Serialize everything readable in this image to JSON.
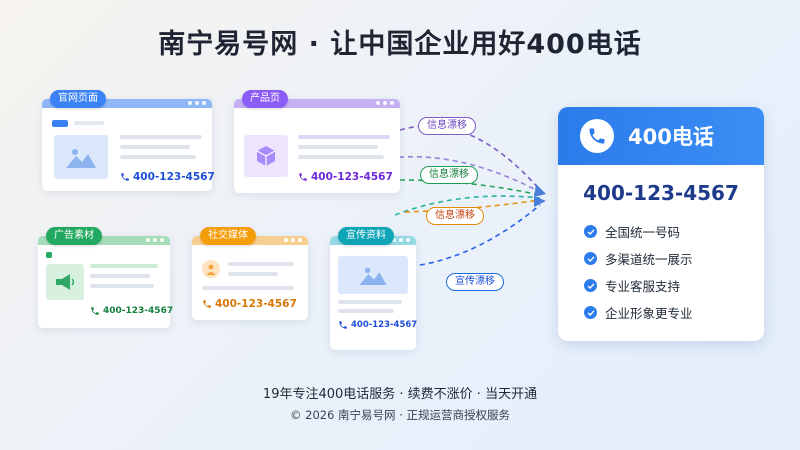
{
  "title": "南宁易号网 · 让中国企业用好400电话",
  "phone_number": "400-123-4567",
  "cards": {
    "official": {
      "label": "官网页面",
      "phone": "400-123-4567",
      "color": "#3b82f6",
      "accent": "#1d4ed8"
    },
    "product": {
      "label": "产品页",
      "phone": "400-123-4567",
      "color": "#8b5cf6",
      "accent": "#6d28d9"
    },
    "ads": {
      "label": "广告素材",
      "phone": "400-123-4567",
      "color": "#22a861",
      "accent": "#15803d"
    },
    "social": {
      "label": "社交媒体",
      "phone": "400-123-4567",
      "color": "#f59e0b",
      "accent": "#d97706"
    },
    "promo": {
      "label": "宣传资料",
      "phone": "400-123-4567",
      "color": "#0ea5b7",
      "accent": "#1d4ed8"
    }
  },
  "flows": [
    {
      "label": "信息漂移",
      "color": "#7c5cc4"
    },
    {
      "label": "信息漂移",
      "color": "#1f9d55"
    },
    {
      "label": "信息漂移",
      "color": "#e08a0b"
    },
    {
      "label": "宣传漂移",
      "color": "#1d6fd8"
    }
  ],
  "panel": {
    "title": "400电话",
    "number": "400-123-4567",
    "features": [
      "全国统一号码",
      "多渠道统一展示",
      "专业客服支持",
      "企业形象更专业"
    ]
  },
  "footer": {
    "line1": "19年专注400电话服务 · 续费不涨价 · 当天开通",
    "line2": "© 2026 南宁易号网 · 正规运营商授权服务"
  },
  "icons": [
    "phone-icon",
    "image-icon",
    "box-icon",
    "megaphone-icon",
    "user-avatar-icon",
    "check-icon"
  ]
}
